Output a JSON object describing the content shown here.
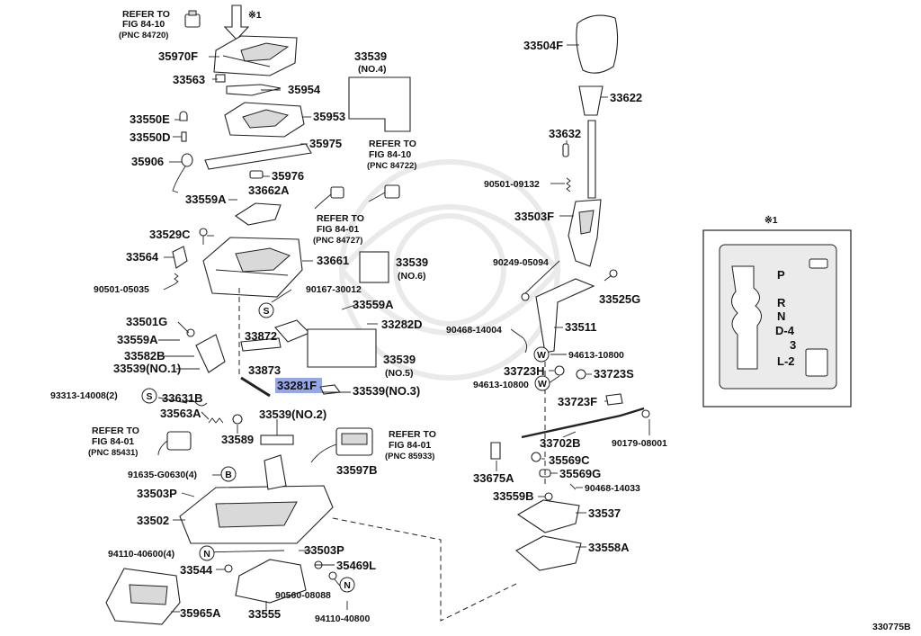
{
  "diagram": {
    "catalog_code": "330775B",
    "inset_marker": "※1",
    "arrow_marker": "※1",
    "highlighted_part": "33281F",
    "inset": {
      "marker": "※1",
      "gates": [
        "P",
        "R",
        "N",
        "D-4",
        "3",
        "L-2"
      ]
    },
    "labels": [
      {
        "id": "refer-84-10-top-1",
        "text": "REFER TO"
      },
      {
        "id": "refer-84-10-top-2",
        "text": "FIG 84-10"
      },
      {
        "id": "refer-84-10-top-3",
        "text": "(PNC 84720)"
      },
      {
        "id": "p35970F",
        "text": "35970F"
      },
      {
        "id": "p33563",
        "text": "33563"
      },
      {
        "id": "p35954",
        "text": "35954"
      },
      {
        "id": "p33539-no4",
        "text": "33539"
      },
      {
        "id": "p33539-no4-sub",
        "text": "(NO.4)"
      },
      {
        "id": "p33550E",
        "text": "33550E"
      },
      {
        "id": "p33550D",
        "text": "33550D"
      },
      {
        "id": "p35953",
        "text": "35953"
      },
      {
        "id": "p35975",
        "text": "35975"
      },
      {
        "id": "p35906",
        "text": "35906"
      },
      {
        "id": "refer-84-10-b-1",
        "text": "REFER TO"
      },
      {
        "id": "refer-84-10-b-2",
        "text": "FIG 84-10"
      },
      {
        "id": "refer-84-10-b-3",
        "text": "(PNC 84722)"
      },
      {
        "id": "p35976",
        "text": "35976"
      },
      {
        "id": "p33559A-top",
        "text": "33559A"
      },
      {
        "id": "p33662A",
        "text": "33662A"
      },
      {
        "id": "refer-84-01-a-1",
        "text": "REFER TO"
      },
      {
        "id": "refer-84-01-a-2",
        "text": "FIG 84-01"
      },
      {
        "id": "refer-84-01-a-3",
        "text": "(PNC 84727)"
      },
      {
        "id": "p33529C",
        "text": "33529C"
      },
      {
        "id": "p33564",
        "text": "33564"
      },
      {
        "id": "p33661",
        "text": "33661"
      },
      {
        "id": "p33539-no6",
        "text": "33539"
      },
      {
        "id": "p33539-no6-sub",
        "text": "(NO.6)"
      },
      {
        "id": "p90501-05035",
        "text": "90501-05035"
      },
      {
        "id": "p90167-30012",
        "text": "90167-30012"
      },
      {
        "id": "p33559A-mid",
        "text": "33559A"
      },
      {
        "id": "p33501G",
        "text": "33501G"
      },
      {
        "id": "p33282D",
        "text": "33282D"
      },
      {
        "id": "p33559A-low",
        "text": "33559A"
      },
      {
        "id": "p33872",
        "text": "33872"
      },
      {
        "id": "p33582B",
        "text": "33582B"
      },
      {
        "id": "p33539-no1",
        "text": "33539(NO.1)"
      },
      {
        "id": "p33873",
        "text": "33873"
      },
      {
        "id": "p33539-no5",
        "text": "33539"
      },
      {
        "id": "p33539-no5-sub",
        "text": "(NO.5)"
      },
      {
        "id": "p93313-14008",
        "text": "93313-14008(2)"
      },
      {
        "id": "p33631B",
        "text": "33631B"
      },
      {
        "id": "p33281F",
        "text": "33281F"
      },
      {
        "id": "p33539-no3",
        "text": "33539(NO.3)"
      },
      {
        "id": "p33563A",
        "text": "33563A"
      },
      {
        "id": "p33539-no2",
        "text": "33539(NO.2)"
      },
      {
        "id": "refer-84-01-b-1",
        "text": "REFER TO"
      },
      {
        "id": "refer-84-01-b-2",
        "text": "FIG 84-01"
      },
      {
        "id": "refer-84-01-b-3",
        "text": "(PNC 85431)"
      },
      {
        "id": "p33589",
        "text": "33589"
      },
      {
        "id": "refer-84-01-c-1",
        "text": "REFER TO"
      },
      {
        "id": "refer-84-01-c-2",
        "text": "FIG 84-01"
      },
      {
        "id": "refer-84-01-c-3",
        "text": "(PNC 85933)"
      },
      {
        "id": "p91635-G0630",
        "text": "91635-G0630(4)"
      },
      {
        "id": "p33597B",
        "text": "33597B"
      },
      {
        "id": "p33503P-a",
        "text": "33503P"
      },
      {
        "id": "p33502",
        "text": "33502"
      },
      {
        "id": "p94110-40600",
        "text": "94110-40600(4)"
      },
      {
        "id": "p33503P-b",
        "text": "33503P"
      },
      {
        "id": "p33544",
        "text": "33544"
      },
      {
        "id": "p35469L",
        "text": "35469L"
      },
      {
        "id": "p90560-08088",
        "text": "90560-08088"
      },
      {
        "id": "p35965A",
        "text": "35965A"
      },
      {
        "id": "p33555",
        "text": "33555"
      },
      {
        "id": "p94110-40800",
        "text": "94110-40800"
      },
      {
        "id": "p33504F",
        "text": "33504F"
      },
      {
        "id": "p33622",
        "text": "33622"
      },
      {
        "id": "p33632",
        "text": "33632"
      },
      {
        "id": "p90501-09132",
        "text": "90501-09132"
      },
      {
        "id": "p33503F",
        "text": "33503F"
      },
      {
        "id": "p90249-05094",
        "text": "90249-05094"
      },
      {
        "id": "p33525G",
        "text": "33525G"
      },
      {
        "id": "p90468-14004",
        "text": "90468-14004"
      },
      {
        "id": "p33511",
        "text": "33511"
      },
      {
        "id": "p94613-10800-a",
        "text": "94613-10800"
      },
      {
        "id": "p33723H",
        "text": "33723H"
      },
      {
        "id": "p33723S",
        "text": "33723S"
      },
      {
        "id": "p94613-10800-b",
        "text": "94613-10800"
      },
      {
        "id": "p33723F",
        "text": "33723F"
      },
      {
        "id": "p33702B",
        "text": "33702B"
      },
      {
        "id": "p90179-08001",
        "text": "90179-08001"
      },
      {
        "id": "p33675A",
        "text": "33675A"
      },
      {
        "id": "p35569C",
        "text": "35569C"
      },
      {
        "id": "p35569G",
        "text": "35569G"
      },
      {
        "id": "p33559B",
        "text": "33559B"
      },
      {
        "id": "p90468-14033",
        "text": "90468-14033"
      },
      {
        "id": "p33537",
        "text": "33537"
      },
      {
        "id": "p33558A",
        "text": "33558A"
      }
    ],
    "callout_letters": [
      {
        "id": "S-a",
        "text": "S"
      },
      {
        "id": "S-b",
        "text": "S"
      },
      {
        "id": "B-a",
        "text": "B"
      },
      {
        "id": "N-a",
        "text": "N"
      },
      {
        "id": "N-b",
        "text": "N"
      },
      {
        "id": "W-a",
        "text": "W"
      },
      {
        "id": "W-b",
        "text": "W"
      }
    ]
  }
}
